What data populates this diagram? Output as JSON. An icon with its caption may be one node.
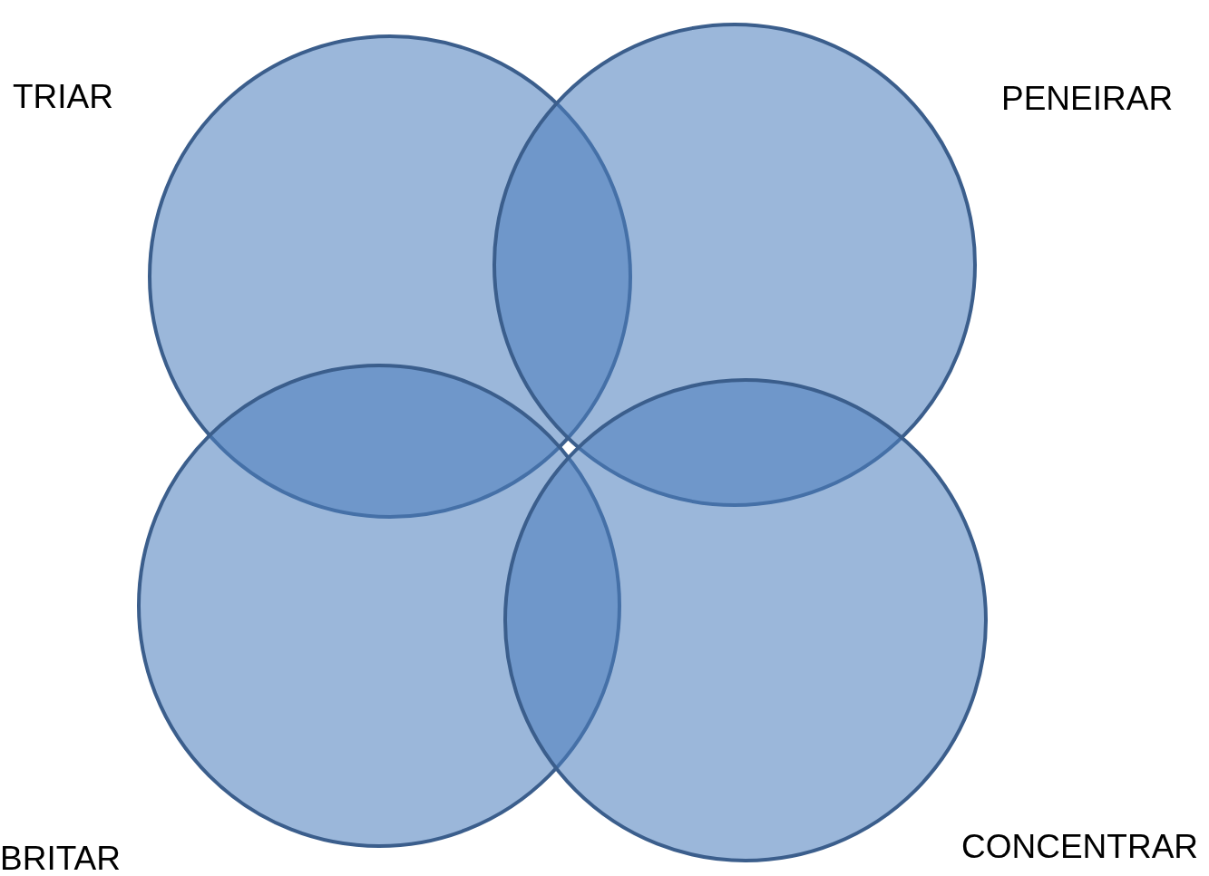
{
  "diagram": {
    "nodes": [
      {
        "text": [
          "TRIAR"
        ]
      },
      {
        "text": [
          "PENEIRAR"
        ]
      },
      {
        "text": [
          "BRITAR"
        ]
      },
      {
        "text": [
          "CONCENTRAR"
        ]
      }
    ]
  }
}
